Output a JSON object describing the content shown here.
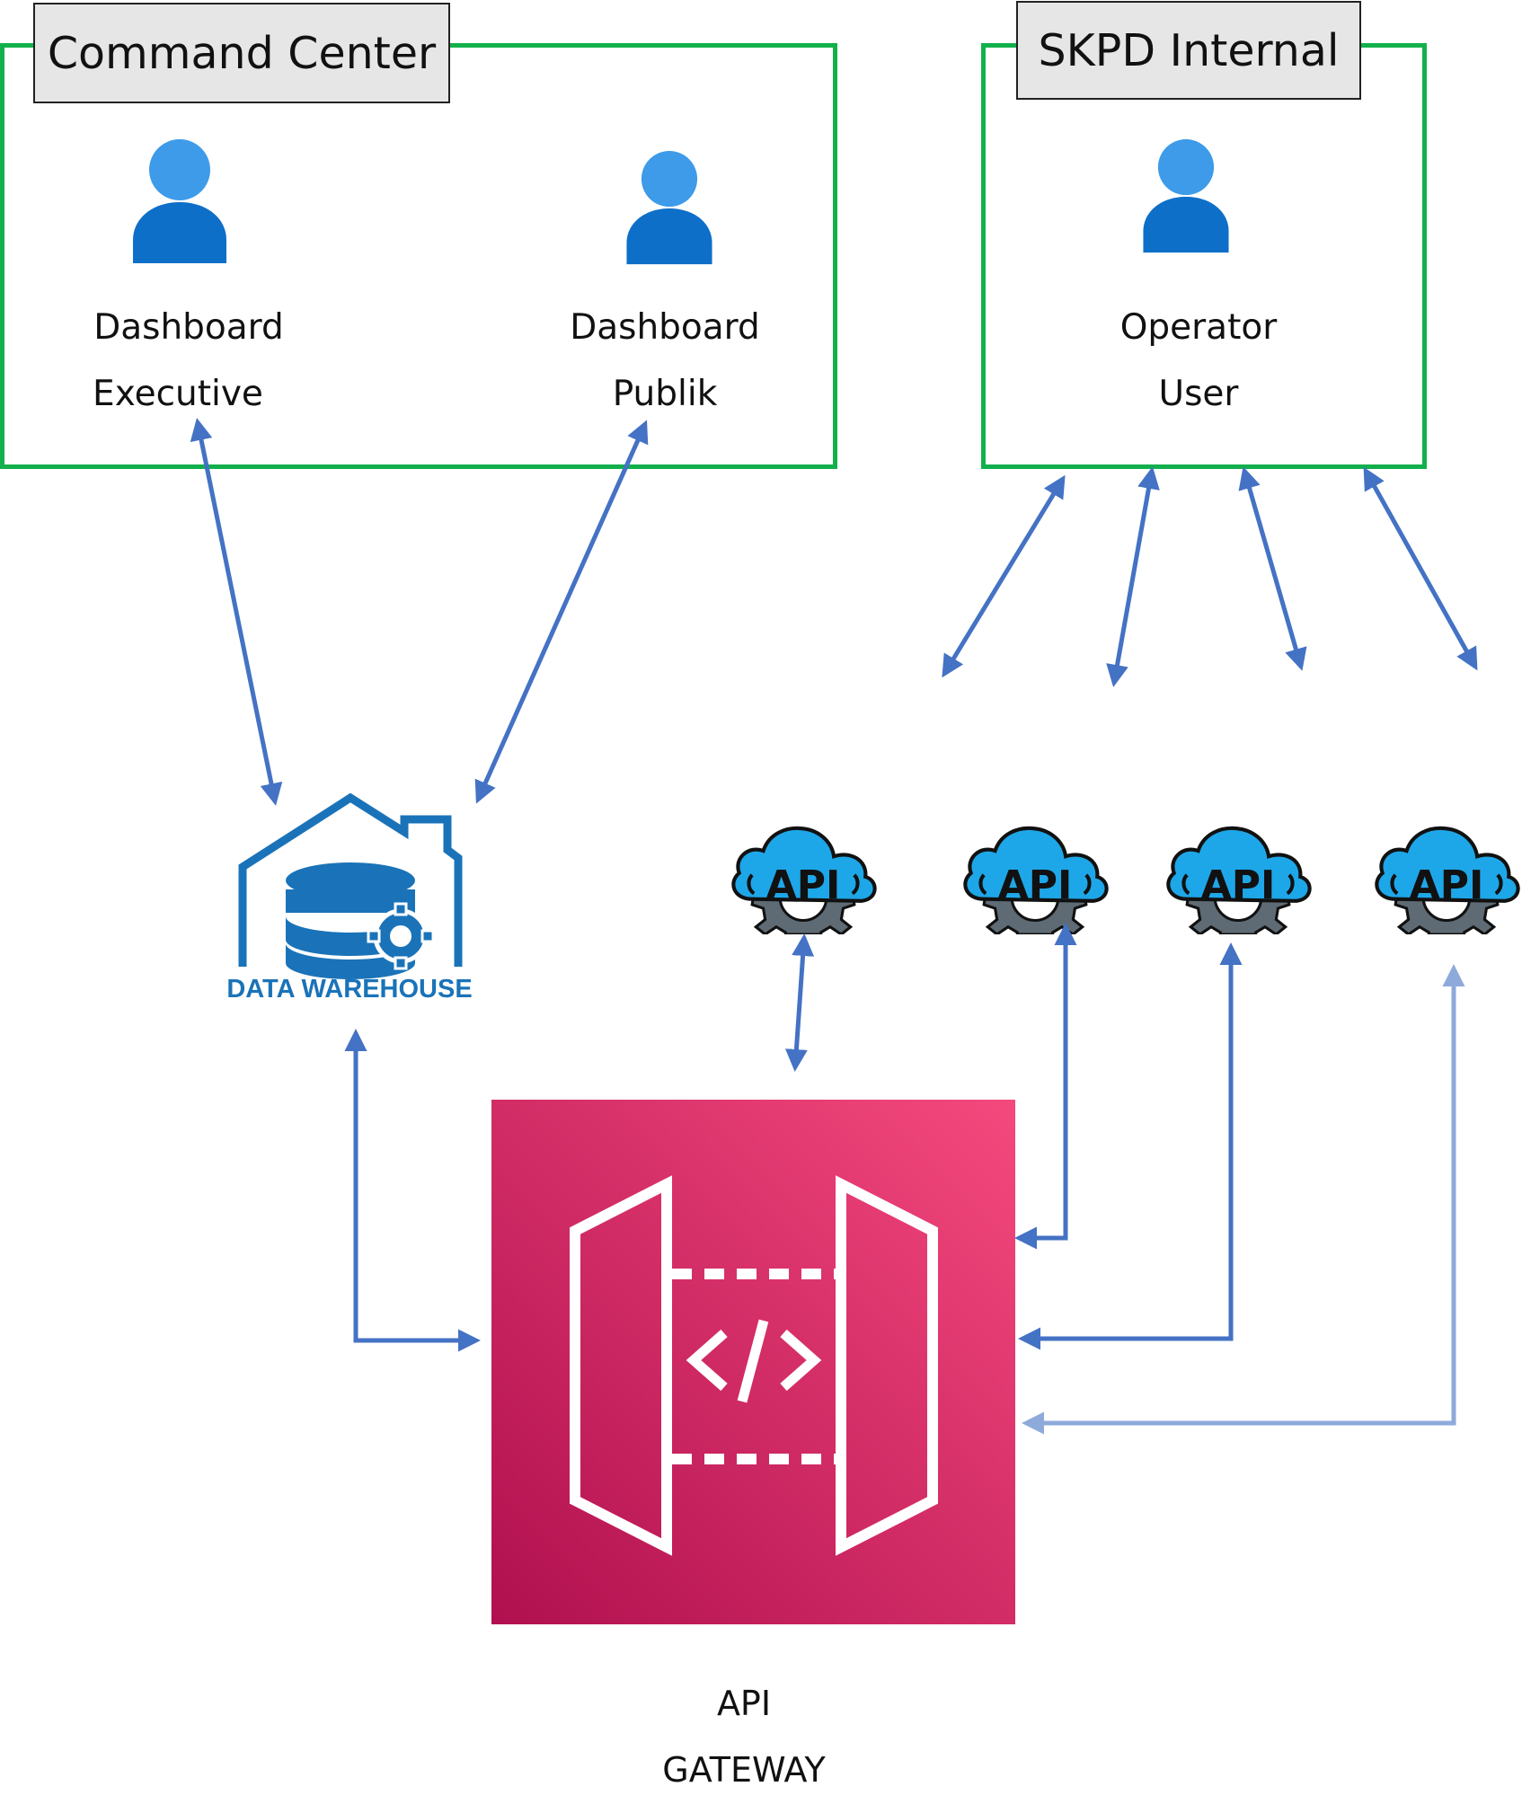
{
  "groups": {
    "command_center": {
      "title": "Command Center",
      "actors": [
        {
          "line1": "Dashboard",
          "line2": "Executive"
        },
        {
          "line1": "Dashboard",
          "line2": "Publik"
        }
      ]
    },
    "skpd_internal": {
      "title": "SKPD Internal",
      "actor": {
        "line1": "Operator",
        "line2": "User"
      }
    }
  },
  "nodes": {
    "data_warehouse": {
      "label": "DATA WAREHOUSE"
    },
    "api_services": [
      {
        "label": "API"
      },
      {
        "label": "API"
      },
      {
        "label": "API"
      },
      {
        "label": "API"
      }
    ],
    "api_gateway": {
      "line1": "API",
      "line2": "GATEWAY"
    }
  },
  "colors": {
    "group_border": "#12b04c",
    "title_fill": "#e6e6e6",
    "user_icon_head": "#3d9be9",
    "user_icon_body": "#0e6fc8",
    "arrow": "#4472c4",
    "arrow_light": "#8eaadb",
    "warehouse_blue": "#1a73b8",
    "api_cloud": "#1ea7e8",
    "api_gear": "#5f6b74",
    "gateway_gradient": [
      "#b0104f",
      "#f4497d"
    ]
  }
}
